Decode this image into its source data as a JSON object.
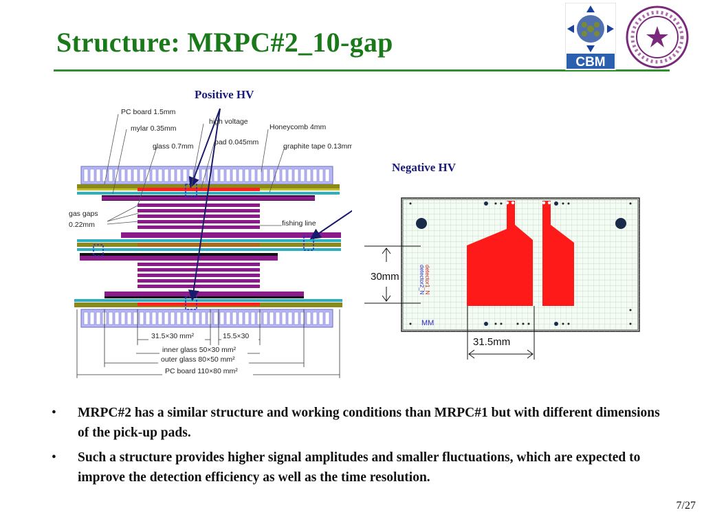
{
  "slide": {
    "title": "Structure: MRPC#2_10-gap",
    "page_number": "7/27"
  },
  "logos": {
    "cbm_text": "CBM",
    "tsinghua_text": "TSINGHUA UNIVERSITY 1911"
  },
  "labels": {
    "positive_hv": "Positive HV",
    "negative_hv": "Negative HV"
  },
  "structure_diagram": {
    "layers": {
      "pc_board": "PC board 1.5mm",
      "mylar": "mylar 0.35mm",
      "glass": "glass 0.7mm",
      "high_voltage": "high voltage",
      "pad": "pad 0.045mm",
      "honeycomb": "Honeycomb 4mm",
      "graphite_tape": "graphite  tape 0.13mm",
      "gas_gaps_line1": "gas gaps",
      "gas_gaps_line2": "0.22mm",
      "fishing_line": "fishing line"
    },
    "dimensions": {
      "pad_a": "31.5×30 mm²",
      "pad_b": "15.5×30",
      "inner_glass": "inner glass 50×30 mm²",
      "outer_glass": "outer glass 80×50 mm²",
      "pc_board_size": "PC board 110×80 mm²"
    }
  },
  "pad_layout": {
    "height_label": "30mm",
    "width_label": "31.5mm",
    "detector_label_1": "detector1_N",
    "detector_label_2": "detector2_N",
    "marker": "MM"
  },
  "bullets": [
    "MRPC#2 has a similar structure and working conditions than MRPC#1 but with different dimensions of the pick-up pads.",
    "Such a structure provides higher signal amplitudes and smaller fluctuations, which are expected to improve the detection efficiency as well as the time resolution."
  ],
  "colors": {
    "title": "#1a7a1a",
    "rule": "#2f8f2f",
    "glass": "#8b1a8b",
    "pad": "#ff1a1a",
    "honeycomb": "#9999ee",
    "mylar": "#2ab0c0",
    "pcboard": "#8a8a1a"
  }
}
